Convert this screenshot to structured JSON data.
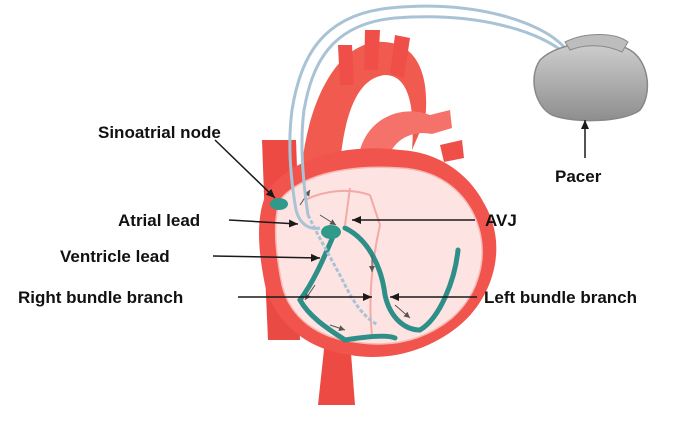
{
  "labels": {
    "sinoatrial_node": "Sinoatrial node",
    "atrial_lead": "Atrial lead",
    "ventricle_lead": "Ventricle lead",
    "right_bundle_branch": "Right bundle branch",
    "pacer": "Pacer",
    "avj": "AVJ",
    "left_bundle_branch": "Left bundle branch"
  },
  "colors": {
    "heart_red": "#f0544c",
    "heart_light": "#fde3e2",
    "vessel_red": "#ee4a44",
    "conduction_teal": "#2e8f88",
    "node_teal": "#2f9a8a",
    "lead_blue": "#a9c3d6",
    "pacer_gray": "#a7a7a7",
    "line_dark": "#1a1a1a"
  }
}
